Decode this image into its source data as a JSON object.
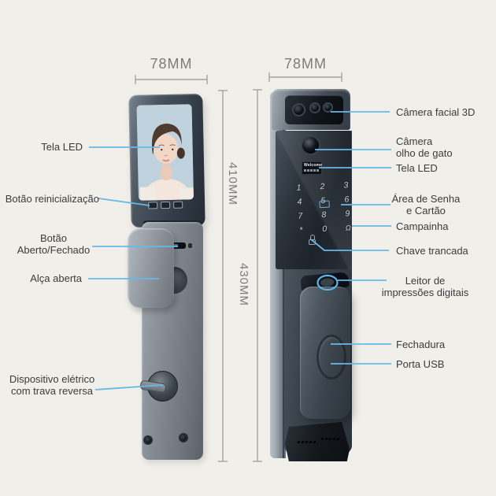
{
  "colors": {
    "background": "#f1efe9",
    "accent_line": "#66b9e7",
    "label_text": "#3b3b3b",
    "dimension_text": "#7c7c7c"
  },
  "dimensions": {
    "left_width": "78MM",
    "right_width": "78MM",
    "inner_height": "410MM",
    "outer_height": "430MM"
  },
  "left_device": {
    "labels": [
      {
        "text": "Tela LED"
      },
      {
        "text": "Botão reinicialização"
      },
      {
        "text": "Botão\nAberto/Fechado"
      },
      {
        "text": "Alça aberta"
      },
      {
        "text": "Dispositivo elétrico\ncom trava reversa"
      }
    ]
  },
  "right_device": {
    "labels": [
      {
        "text": "Câmera facial 3D"
      },
      {
        "text": "Câmera\nolho de gato"
      },
      {
        "text": "Tela LED"
      },
      {
        "text": "Área de Senha\ne Cartão"
      },
      {
        "text": "Campainha"
      },
      {
        "text": "Chave trancada"
      },
      {
        "text": "Leitor de\nimpressões digitais"
      },
      {
        "text": "Fechadura"
      },
      {
        "text": "Porta USB"
      }
    ],
    "led_screen_text": "Welcome",
    "keypad_keys": [
      "1",
      "2",
      "3",
      "4",
      "5",
      "6",
      "7",
      "8",
      "9",
      "*",
      "0",
      "Ω"
    ]
  }
}
